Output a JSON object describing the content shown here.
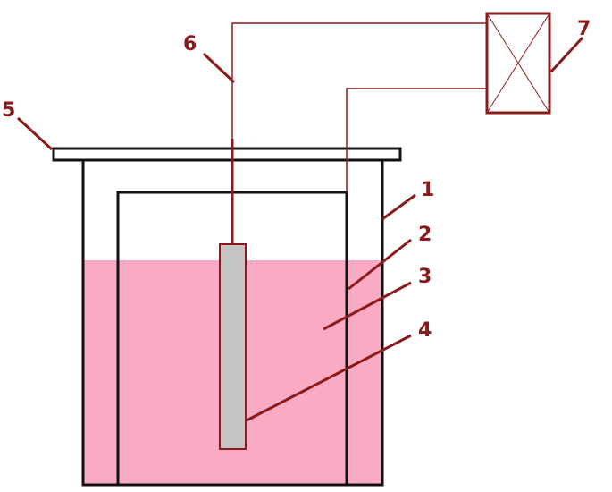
{
  "colors": {
    "outline": "#111111",
    "accent": "#8b1a1a",
    "liquid": "#fbaac4",
    "electrode": "#c4c4c4",
    "background": "#ffffff"
  },
  "callouts": [
    {
      "id": "1",
      "text": "1"
    },
    {
      "id": "2",
      "text": "2"
    },
    {
      "id": "3",
      "text": "3"
    },
    {
      "id": "4",
      "text": "4"
    },
    {
      "id": "5",
      "text": "5"
    },
    {
      "id": "6",
      "text": "6"
    },
    {
      "id": "7",
      "text": "7"
    }
  ]
}
